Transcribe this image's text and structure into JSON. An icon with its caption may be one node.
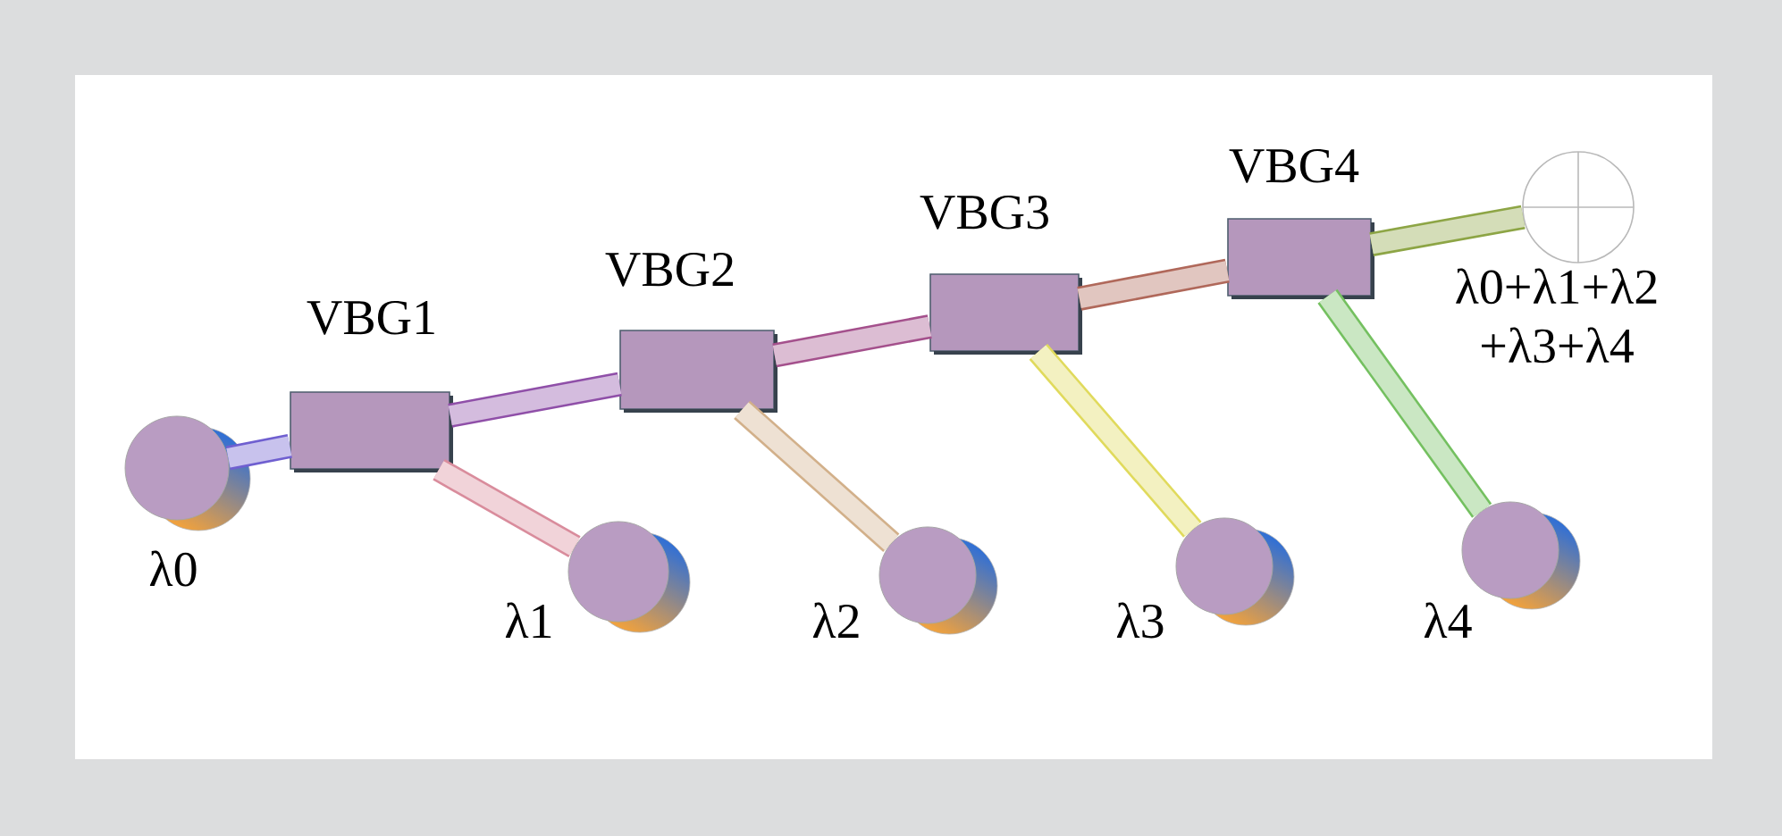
{
  "diagram": {
    "nodes": [
      {
        "text": [
          "VBG1"
        ]
      },
      {
        "text": [
          "VBG2"
        ]
      },
      {
        "text": [
          "VBG3"
        ]
      },
      {
        "text": [
          "VBG4"
        ]
      },
      {
        "text": [
          "λ0"
        ]
      },
      {
        "text": [
          "λ1"
        ]
      },
      {
        "text": [
          "λ2"
        ]
      },
      {
        "text": [
          "λ3"
        ]
      },
      {
        "text": [
          "λ4"
        ]
      },
      {
        "text": [
          "λ0+λ1+λ2 +λ3+λ4"
        ]
      }
    ],
    "edges": [
      {
        "from": 4,
        "to": 0,
        "arrow": "none",
        "color": "#6f5fd0"
      },
      {
        "from": 0,
        "to": 1,
        "arrow": "none",
        "color": "#8f4fa8"
      },
      {
        "from": 1,
        "to": 2,
        "arrow": "none",
        "color": "#a4508c"
      },
      {
        "from": 2,
        "to": 3,
        "arrow": "none",
        "color": "#b0685a"
      },
      {
        "from": 3,
        "to": 9,
        "arrow": "none",
        "color": "#8da545"
      },
      {
        "from": 5,
        "to": 0,
        "arrow": "none",
        "color": "#d98c9c"
      },
      {
        "from": 6,
        "to": 1,
        "arrow": "none",
        "color": "#d2b08a"
      },
      {
        "from": 7,
        "to": 2,
        "arrow": "none",
        "color": "#e0da5c"
      },
      {
        "from": 8,
        "to": 3,
        "arrow": "none",
        "color": "#74c060"
      }
    ]
  }
}
